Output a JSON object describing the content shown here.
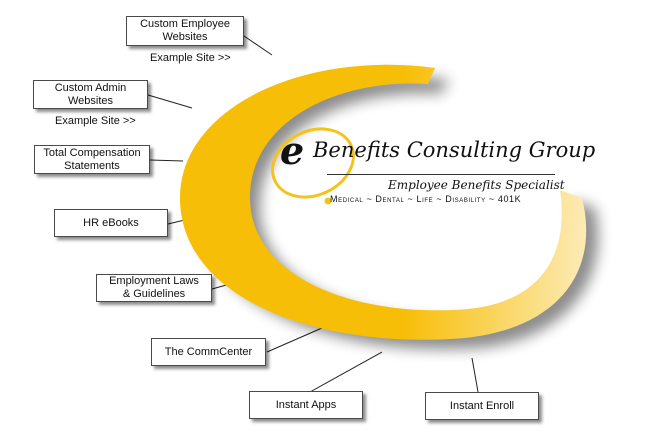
{
  "logo": {
    "e_glyph": "e",
    "title": "Benefits Consulting Group",
    "subtitle": "Employee Benefits Specialist",
    "tagline": "Medical ~ Dental ~ Life ~ Disability ~ 401K"
  },
  "colors": {
    "arc_primary": "#F7BE07",
    "arc_light": "#FBE6A8",
    "ring": "#F4C21A",
    "border": "#4a4a4a",
    "text": "#111111"
  },
  "nodes": [
    {
      "id": "custom-employee-websites",
      "label_line1": "Custom Employee",
      "label_line2": "Websites",
      "example": "Example Site >>"
    },
    {
      "id": "custom-admin-websites",
      "label_line1": "Custom Admin",
      "label_line2": "Websites",
      "example": "Example Site >>"
    },
    {
      "id": "total-compensation-statements",
      "label_line1": "Total Compensation",
      "label_line2": "Statements"
    },
    {
      "id": "hr-ebooks",
      "label_line1": "HR eBooks"
    },
    {
      "id": "employment-laws-guidelines",
      "label_line1": "Employment Laws",
      "label_line2": "& Guidelines"
    },
    {
      "id": "the-commcenter",
      "label_line1": "The CommCenter"
    },
    {
      "id": "instant-apps",
      "label_line1": "Instant Apps"
    },
    {
      "id": "instant-enroll",
      "label_line1": "Instant Enroll"
    }
  ]
}
